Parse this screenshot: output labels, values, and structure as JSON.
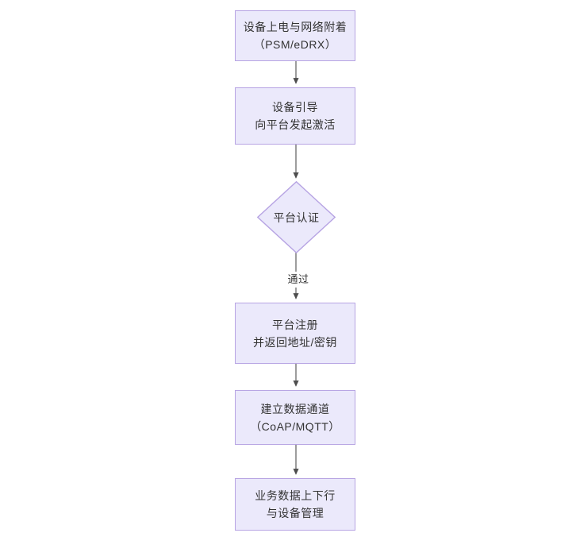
{
  "diagram": {
    "type": "flowchart",
    "orientation": "top-to-bottom",
    "background_color": "#ffffff",
    "node_fill_color": "#ebe9fb",
    "node_border_color": "#b7a4e3",
    "node_text_color": "#333333",
    "edge_color": "#4d4d4d",
    "nodes": [
      {
        "id": "power-on",
        "shape": "rectangle",
        "lines": [
          "设备上电与网络附着",
          "（PSM/eDRX）"
        ]
      },
      {
        "id": "bootstrap",
        "shape": "rectangle",
        "lines": [
          "设备引导",
          "向平台发起激活"
        ]
      },
      {
        "id": "platform-auth",
        "shape": "diamond",
        "lines": [
          "平台认证"
        ]
      },
      {
        "id": "platform-register",
        "shape": "rectangle",
        "lines": [
          "平台注册",
          "并返回地址/密钥"
        ]
      },
      {
        "id": "data-channel",
        "shape": "rectangle",
        "lines": [
          "建立数据通道",
          "（CoAP/MQTT）"
        ]
      },
      {
        "id": "business-data",
        "shape": "rectangle",
        "lines": [
          "业务数据上下行",
          "与设备管理"
        ]
      }
    ],
    "edges": [
      {
        "id": "e1",
        "from": "power-on",
        "to": "bootstrap",
        "label": ""
      },
      {
        "id": "e2",
        "from": "bootstrap",
        "to": "platform-auth",
        "label": ""
      },
      {
        "id": "e3",
        "from": "platform-auth",
        "to": "platform-register",
        "label": "通过"
      },
      {
        "id": "e4",
        "from": "platform-register",
        "to": "data-channel",
        "label": ""
      },
      {
        "id": "e5",
        "from": "data-channel",
        "to": "business-data",
        "label": ""
      }
    ]
  }
}
